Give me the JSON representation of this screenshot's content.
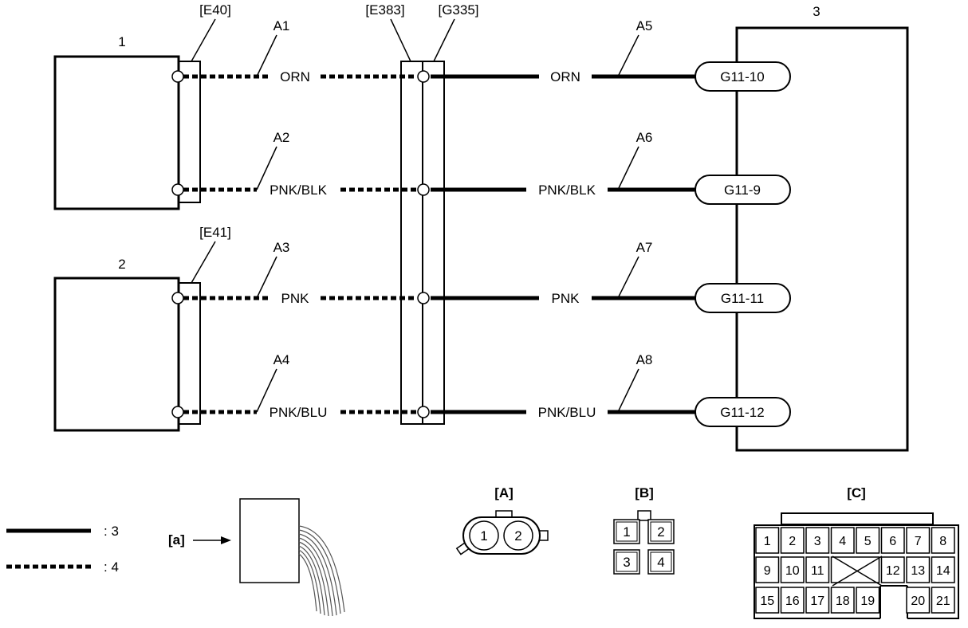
{
  "components": {
    "c1": "1",
    "c2": "2",
    "c3": "3"
  },
  "connectors": {
    "e40": "[E40]",
    "e41": "[E41]",
    "e383": "[E383]",
    "g335": "[G335]"
  },
  "wires": [
    {
      "left_id": "A1",
      "left_color": "ORN",
      "right_id": "A5",
      "right_color": "ORN",
      "terminal": "G11-10"
    },
    {
      "left_id": "A2",
      "left_color": "PNK/BLK",
      "right_id": "A6",
      "right_color": "PNK/BLK",
      "terminal": "G11-9"
    },
    {
      "left_id": "A3",
      "left_color": "PNK",
      "right_id": "A7",
      "right_color": "PNK",
      "terminal": "G11-11"
    },
    {
      "left_id": "A4",
      "left_color": "PNK/BLU",
      "right_id": "A8",
      "right_color": "PNK/BLU",
      "terminal": "G11-12"
    }
  ],
  "legend": {
    "solid": ": 3",
    "dashed": ": 4",
    "a_label": "[a]"
  },
  "connector_views": {
    "A": {
      "title": "[A]",
      "pins": [
        "1",
        "2"
      ]
    },
    "B": {
      "title": "[B]",
      "pins": [
        "1",
        "2",
        "3",
        "4"
      ]
    },
    "C": {
      "title": "[C]",
      "pins": [
        "1",
        "2",
        "3",
        "4",
        "5",
        "6",
        "7",
        "8",
        "9",
        "10",
        "11",
        "12",
        "13",
        "14",
        "15",
        "16",
        "17",
        "18",
        "19",
        "20",
        "21"
      ]
    }
  }
}
